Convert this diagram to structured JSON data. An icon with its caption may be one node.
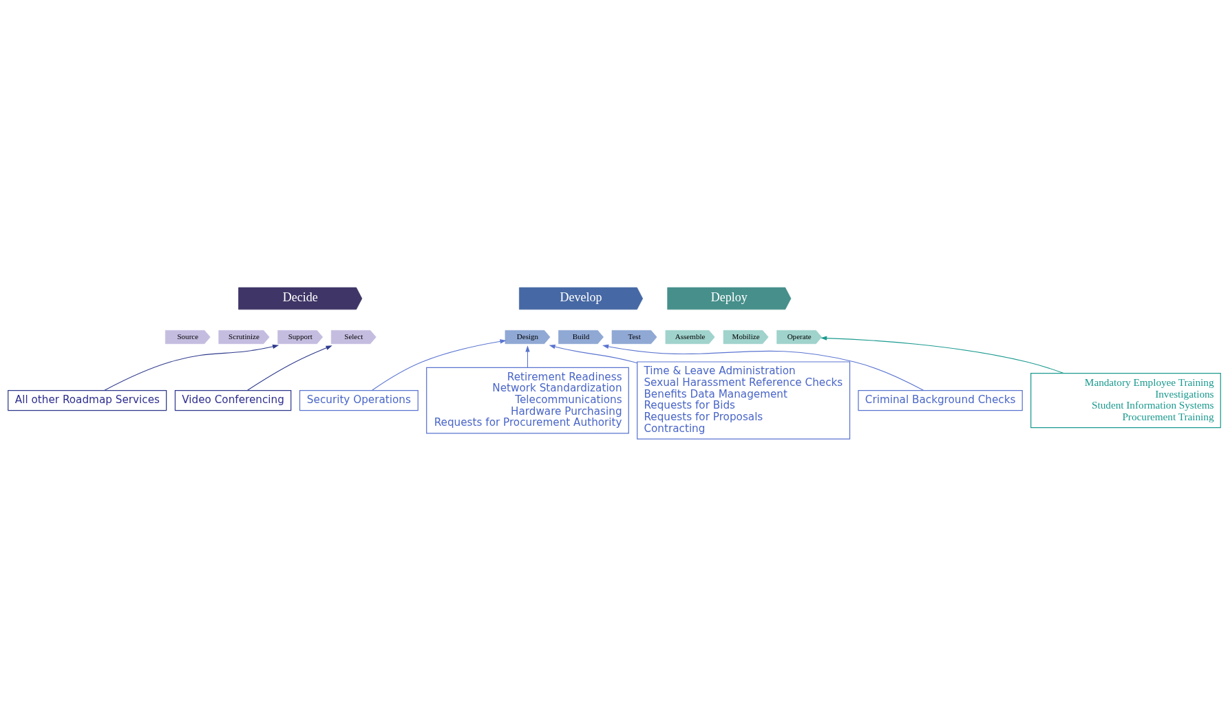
{
  "diagram": {
    "nodes": [
      {
        "text": [
          "Decide"
        ]
      },
      {
        "text": [
          "Develop"
        ]
      },
      {
        "text": [
          "Deploy"
        ]
      },
      {
        "text": [
          "Source"
        ]
      },
      {
        "text": [
          "Scrutinize"
        ]
      },
      {
        "text": [
          "Support"
        ]
      },
      {
        "text": [
          "Select"
        ]
      },
      {
        "text": [
          "Design"
        ]
      },
      {
        "text": [
          "Build"
        ]
      },
      {
        "text": [
          "Test"
        ]
      },
      {
        "text": [
          "Assemble"
        ]
      },
      {
        "text": [
          "Mobilize"
        ]
      },
      {
        "text": [
          "Operate"
        ]
      },
      {
        "text": [
          "All other Roadmap Services"
        ]
      },
      {
        "text": [
          "Video Conferencing"
        ]
      },
      {
        "text": [
          "Mandatory Employee Training",
          "Investigations",
          "Student Information Systems",
          "Procurement Training"
        ]
      },
      {
        "text": [
          "Criminal Background Checks"
        ]
      },
      {
        "text": [
          "Security Operations"
        ]
      },
      {
        "text": [
          "Retirement Readiness",
          "Network Standardization",
          "Telecommunications",
          "Hardware Purchasing",
          "Requests for Procurement Authority"
        ]
      },
      {
        "text": [
          "Time & Leave Administration",
          "Sexual Harassment Reference Checks",
          "Benefits Data Management",
          "Requests for Bids",
          "Requests for Proposals",
          "Contracting"
        ]
      }
    ],
    "edges": [
      {
        "from": 13,
        "to": 5,
        "arrow": "to",
        "color": "#2e3a8c"
      },
      {
        "from": 14,
        "to": 6,
        "arrow": "to",
        "color": "#2e3a8c"
      },
      {
        "from": 15,
        "to": 12,
        "arrow": "to",
        "color": "#1a9a8f"
      },
      {
        "from": 16,
        "to": 8,
        "arrow": "to"
      },
      {
        "from": 17,
        "to": 7,
        "arrow": "to"
      },
      {
        "from": 18,
        "to": 7,
        "arrow": "to"
      },
      {
        "from": 19,
        "to": 7,
        "arrow": "to"
      }
    ]
  }
}
